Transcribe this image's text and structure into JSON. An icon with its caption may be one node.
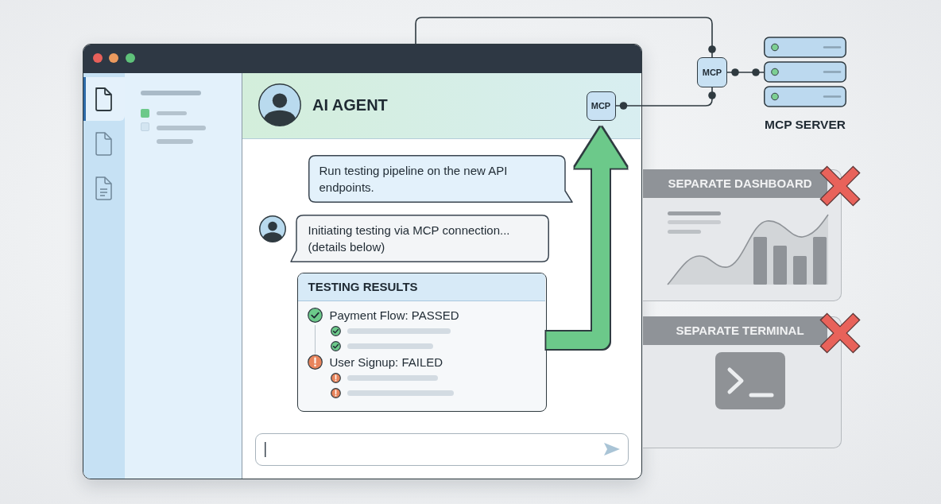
{
  "diagram": {
    "nodes": [
      {
        "text": [],
        "shape": "box"
      },
      {
        "text": [
          "AI AGENT"
        ],
        "in": 0
      },
      {
        "text": [
          "MCP"
        ],
        "in": 1
      },
      {
        "text": [
          "MCP"
        ]
      },
      {
        "text": [
          "MCP SERVER"
        ]
      },
      {
        "text": [
          "Run testing pipeline on the new API endpoints."
        ],
        "in": 0
      },
      {
        "text": [
          "Initiating testing via MCP connection... (details below)"
        ],
        "in": 0
      },
      {
        "text": [
          "TESTING RESULTS",
          "Payment Flow: PASSED",
          "User Signup: FAILED"
        ],
        "in": 0
      },
      {
        "text": [
          "SEPARATE DASHBOARD"
        ]
      },
      {
        "text": [
          "SEPARATE TERMINAL"
        ]
      }
    ],
    "edges": [
      {
        "from": 0,
        "to": 3,
        "arrow": "other"
      },
      {
        "from": 2,
        "to": 3,
        "arrow": "other"
      },
      {
        "from": 3,
        "to": 4,
        "arrow": "other"
      },
      {
        "from": 7,
        "to": 2,
        "arrow": "to",
        "style": "thick",
        "color": "#6cc98a"
      }
    ]
  }
}
